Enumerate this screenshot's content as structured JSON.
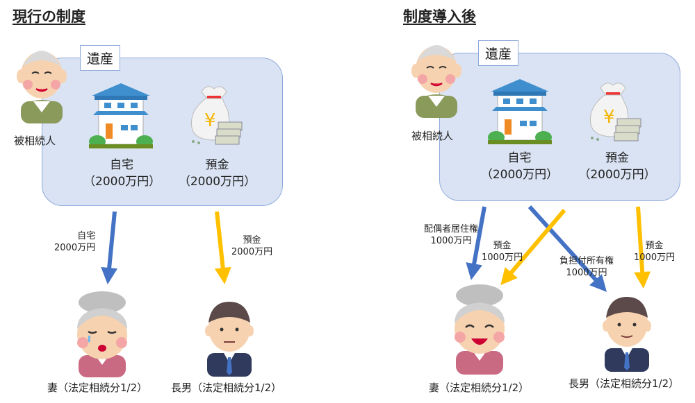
{
  "left": {
    "heading": "現行の制度",
    "estate_label": "遺産",
    "deceased_label": "被相続人",
    "house": {
      "name": "自宅",
      "amount": "（2000万円）"
    },
    "savings": {
      "name": "預金",
      "amount": "（2000万円）"
    },
    "arrows": [
      {
        "line1": "自宅",
        "line2": "2000万円",
        "color": "#4472c4"
      },
      {
        "line1": "預金",
        "line2": "2000万円",
        "color": "#ffc000"
      }
    ],
    "wife_label": "妻（法定相続分1/2）",
    "son_label": "長男（法定相続分1/2）"
  },
  "right": {
    "heading": "制度導入後",
    "estate_label": "遺産",
    "deceased_label": "被相続人",
    "house": {
      "name": "自宅",
      "amount": "（2000万円）"
    },
    "savings": {
      "name": "預金",
      "amount": "（2000万円）"
    },
    "arrows": [
      {
        "line1": "配偶者居住権",
        "line2": "1000万円",
        "color": "#4472c4"
      },
      {
        "line1": "預金",
        "line2": "1000万円",
        "color": "#ffc000"
      },
      {
        "line1": "負担付所有権",
        "line2": "1000万円",
        "color": "#4472c4"
      },
      {
        "line1": "預金",
        "line2": "1000万円",
        "color": "#ffc000"
      }
    ],
    "wife_label": "妻（法定相続分1/2）",
    "son_label": "長男（法定相続分1/2）"
  },
  "icons": [
    "grandpa-icon",
    "house-icon",
    "money-bag-icon",
    "grandma-icon",
    "son-icon"
  ]
}
